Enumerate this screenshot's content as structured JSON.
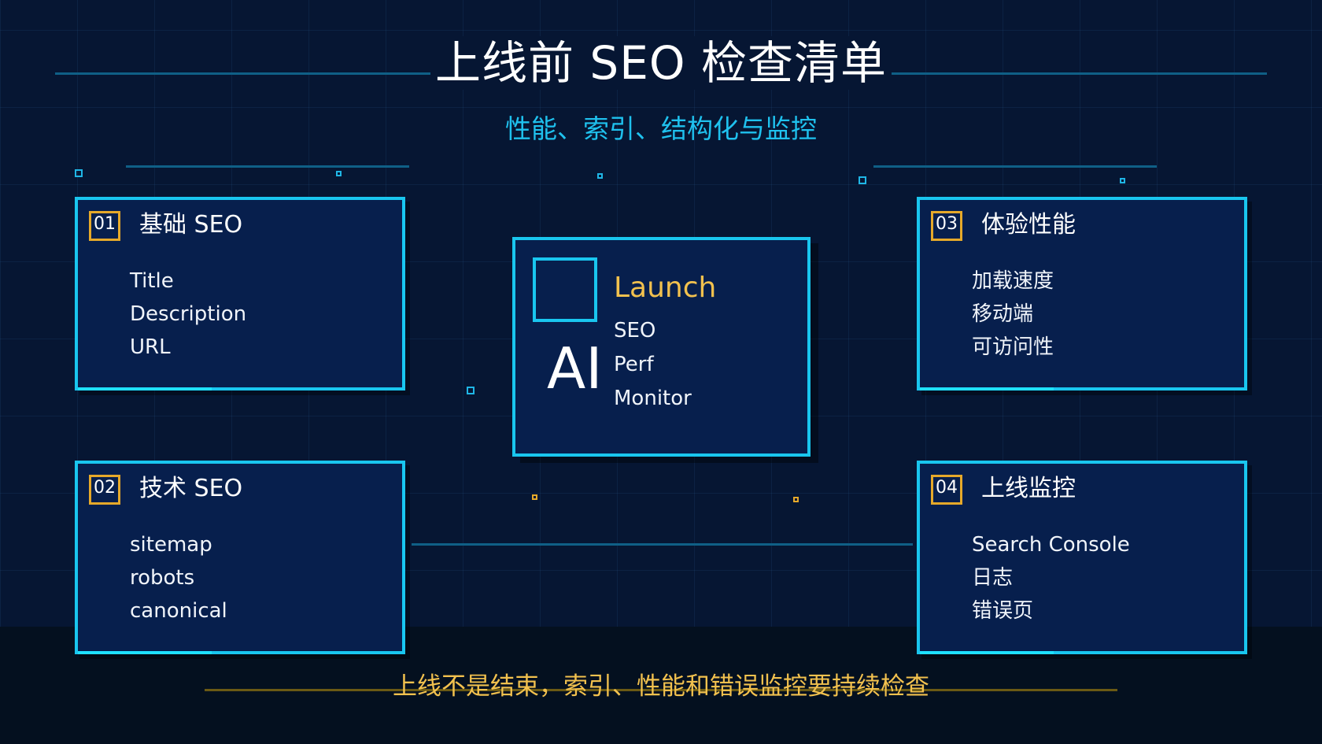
{
  "title": "上线前 SEO 检查清单",
  "subtitle": "性能、索引、结构化与监控",
  "cards": [
    {
      "num": "01",
      "title": "基础 SEO",
      "items": [
        "Title",
        "Description",
        "URL"
      ]
    },
    {
      "num": "02",
      "title": "技术 SEO",
      "items": [
        "sitemap",
        "robots",
        "canonical"
      ]
    },
    {
      "num": "03",
      "title": "体验性能",
      "items": [
        "加载速度",
        "移动端",
        "可访问性"
      ]
    },
    {
      "num": "04",
      "title": "上线监控",
      "items": [
        "Search Console",
        "日志",
        "错误页"
      ]
    }
  ],
  "center": {
    "badge": "AI",
    "heading": "Launch",
    "items": [
      "SEO",
      "Perf",
      "Monitor"
    ]
  },
  "footer": "上线不是结束，索引、性能和错误监控要持续检查",
  "colors": {
    "background": "#061633",
    "card_fill": "#071f4d",
    "cyan": "#19c6ef",
    "gold": "#f2c14e",
    "white": "#ffffff"
  }
}
